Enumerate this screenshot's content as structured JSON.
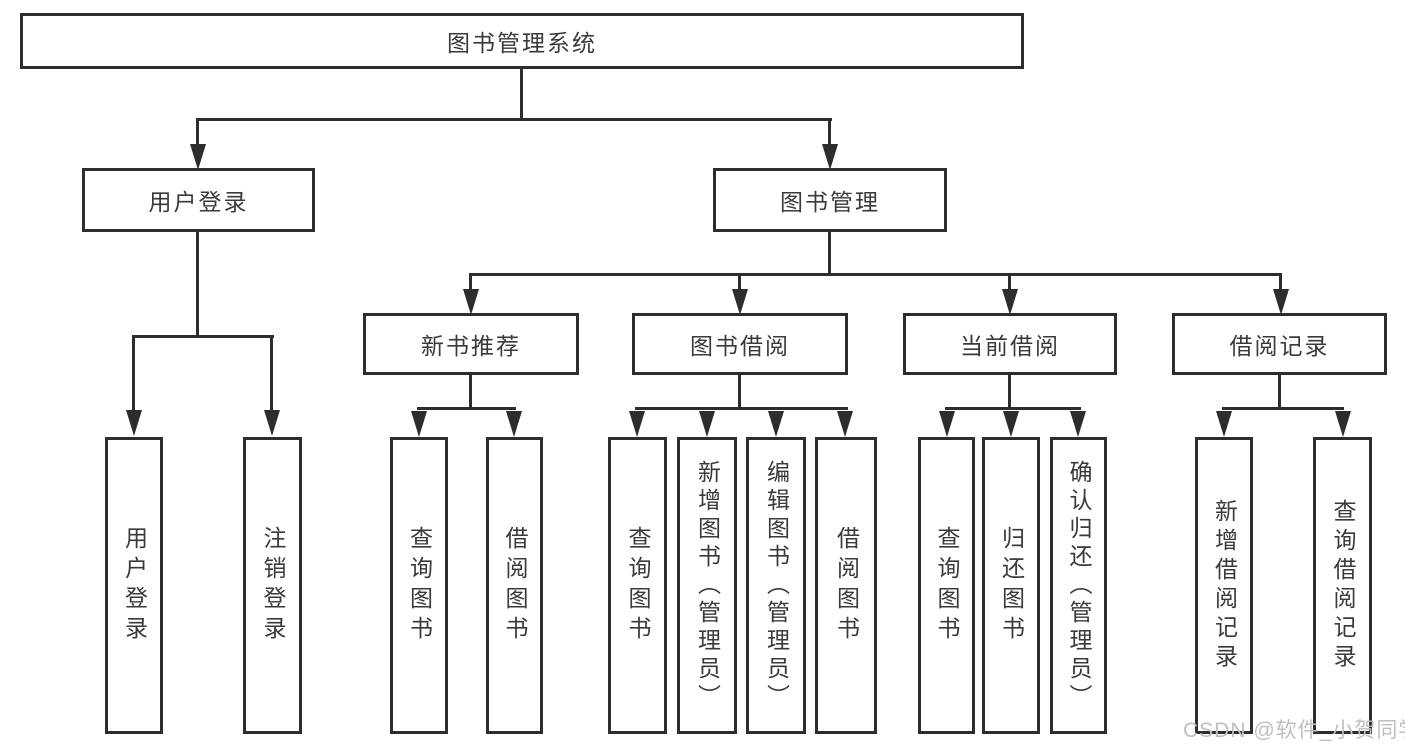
{
  "diagram": {
    "root": {
      "label": "图书管理系统"
    },
    "level2": [
      {
        "label": "用户登录"
      },
      {
        "label": "图书管理"
      }
    ],
    "level3": [
      {
        "label": "新书推荐"
      },
      {
        "label": "图书借阅"
      },
      {
        "label": "当前借阅"
      },
      {
        "label": "借阅记录"
      }
    ],
    "leaves": {
      "user_login": [
        "用户登录",
        "注销登录"
      ],
      "new_book": [
        "查询图书",
        "借阅图书"
      ],
      "book_borrow": [
        "查询图书",
        "新增图书（管理员）",
        "编辑图书（管理员）",
        "借阅图书"
      ],
      "current_borrow": [
        "查询图书",
        "归还图书",
        "确认归还（管理员）"
      ],
      "borrow_record": [
        "新增借阅记录",
        "查询借阅记录"
      ]
    }
  },
  "watermark": {
    "text": "CSDN @软件_小贺同学"
  },
  "colors": {
    "line": "#2d2d2d",
    "text": "#3a3a3a",
    "background": "#ffffff",
    "watermark": "#bfbfbf"
  }
}
